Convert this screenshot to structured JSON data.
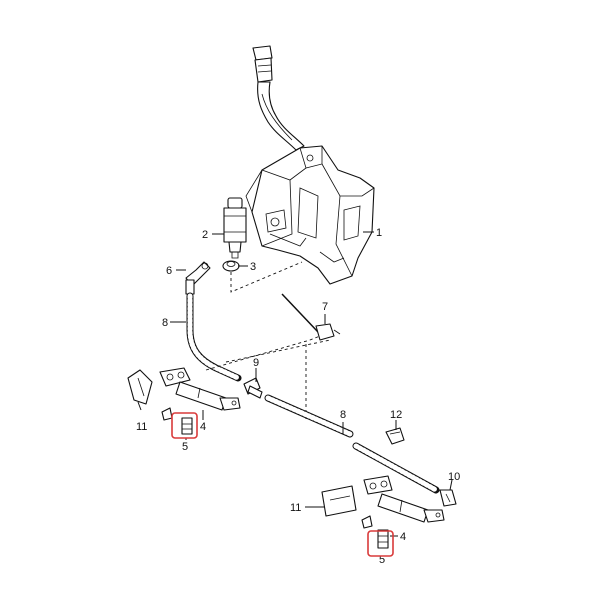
{
  "diagram": {
    "callouts": {
      "c1": "1",
      "c2": "2",
      "c3": "3",
      "c6": "6",
      "c7": "7",
      "c8a": "8",
      "c9": "9",
      "c4a": "4",
      "c5a": "5",
      "c11a": "11",
      "c8b": "8",
      "c12": "12",
      "c10": "10",
      "c11b": "11",
      "c4b": "4",
      "c5b": "5"
    },
    "highlight_color": "#d93a3a",
    "highlighted_items": [
      "5",
      "5"
    ]
  }
}
